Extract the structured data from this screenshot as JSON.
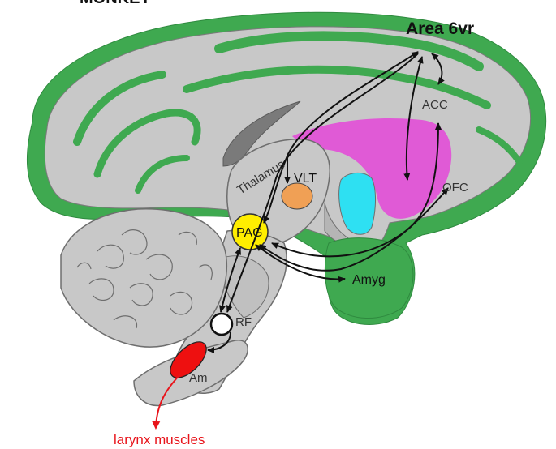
{
  "diagram": {
    "header_partial": "MONKEY",
    "labels": {
      "area": "Area 6vr",
      "acc": "ACC",
      "ofc": "OFC",
      "thalamus": "Thalamus",
      "vlt": "VLT",
      "pag": "PAG",
      "amyg": "Amyg",
      "rf": "RF",
      "am": "Am",
      "output": "larynx muscles"
    },
    "colors": {
      "cortex": "#3fa950",
      "tissue": "#c8c8c8",
      "outline": "#6e6e6e",
      "striatum": "#e05ad6",
      "ventricle": "#2ee0f2",
      "vlt": "#f0a055",
      "pag": "#ffee00",
      "am": "#ee1010",
      "dark_structure": "#7a7a7a",
      "arrows": "#111111",
      "output_arrow": "#e8141b"
    }
  }
}
